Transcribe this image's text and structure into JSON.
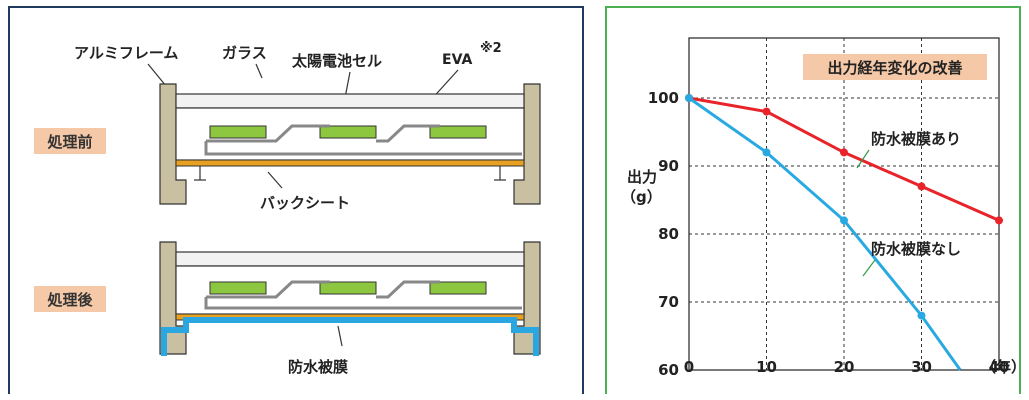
{
  "diagram": {
    "labels": {
      "aluminum_frame": "アルミフレーム",
      "glass": "ガラス",
      "solar_cell": "太陽電池セル",
      "eva": "EVA",
      "note": "※2",
      "before": "処理前",
      "after": "処理後",
      "backsheet": "バックシート",
      "waterproof": "防水被膜"
    },
    "colors": {
      "frame": "#c8c0a0",
      "glass": "#f2f2f2",
      "cell": "#8dc63f",
      "backsheet": "#e8a020",
      "coating": "#2aa7e0",
      "badge_bg": "#f5c9a7"
    }
  },
  "chart_data": {
    "type": "line",
    "title": "出力経年変化の改善",
    "ylabel": "出力\n（g）",
    "xlabel": "（年）",
    "xlim": [
      0,
      40
    ],
    "ylim": [
      60,
      100
    ],
    "x_ticks": [
      "0",
      "10",
      "20",
      "30",
      "40"
    ],
    "y_ticks": [
      "60",
      "70",
      "80",
      "90",
      "100"
    ],
    "grid": true,
    "series": [
      {
        "name": "防水被膜あり",
        "color": "#e8232a",
        "x": [
          0,
          10,
          20,
          30,
          40
        ],
        "y": [
          100,
          98,
          92,
          87,
          82
        ]
      },
      {
        "name": "防水被膜なし",
        "color": "#29a9e1",
        "x": [
          0,
          10,
          20,
          30,
          35
        ],
        "y": [
          100,
          92,
          82,
          68,
          60
        ]
      }
    ]
  }
}
